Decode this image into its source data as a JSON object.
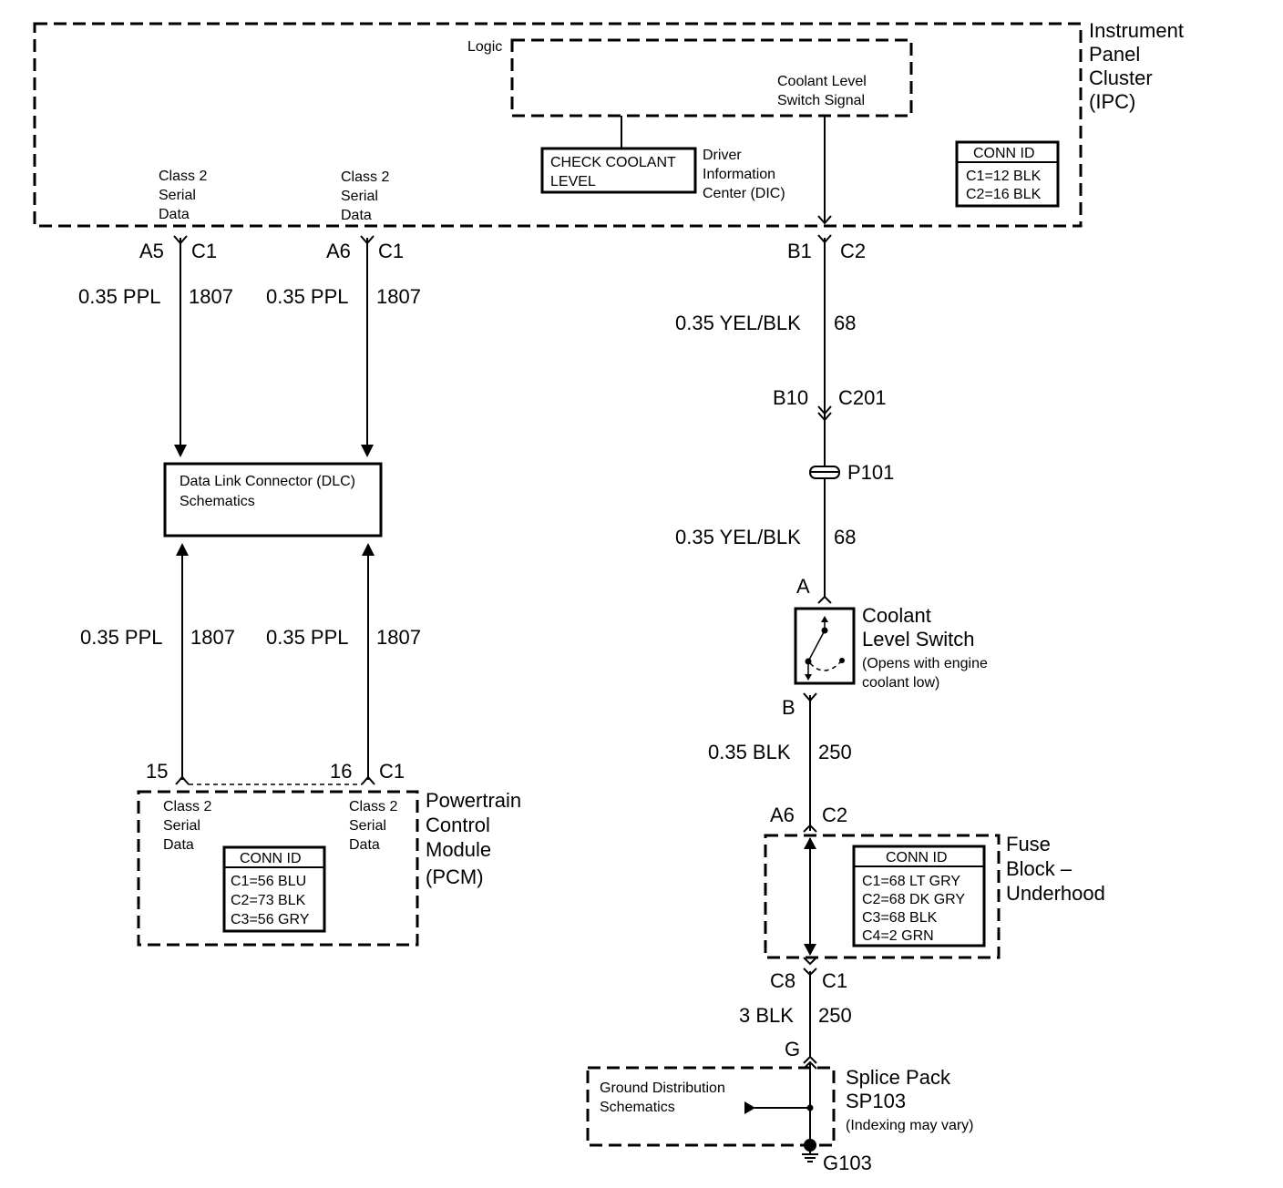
{
  "ipc": {
    "name_lines": [
      "Instrument",
      "Panel",
      "Cluster",
      "(IPC)"
    ],
    "logic_label": "Logic",
    "signal_lines": [
      "Coolant Level",
      "Switch Signal"
    ],
    "dic_message_lines": [
      "CHECK COOLANT",
      "LEVEL"
    ],
    "dic_label_lines": [
      "Driver",
      "Information",
      "Center (DIC)"
    ],
    "serial_data_lines": [
      "Class 2",
      "Serial",
      "Data"
    ],
    "conn_id": {
      "title": "CONN ID",
      "rows": [
        "C1=12 BLK",
        "C2=16 BLK"
      ]
    }
  },
  "left_wires": {
    "pin_a5": "A5",
    "pin_a6": "A6",
    "conn_c1": "C1",
    "wire_label": "0.35 PPL",
    "circuit": "1807"
  },
  "dlc": {
    "lines": [
      "Data Link Connector (DLC)",
      "Schematics"
    ]
  },
  "pcm": {
    "pin_15": "15",
    "pin_16": "16",
    "conn_c1": "C1",
    "name_lines": [
      "Powertrain",
      "Control",
      "Module",
      "(PCM)"
    ],
    "serial_data_lines": [
      "Class 2",
      "Serial",
      "Data"
    ],
    "conn_id": {
      "title": "CONN ID",
      "rows": [
        "C1=56 BLU",
        "C2=73 BLK",
        "C3=56 GRY"
      ]
    }
  },
  "right_circuit": {
    "pin_b1": "B1",
    "conn_c2": "C2",
    "wire_label": "0.35 YEL/BLK",
    "circuit": "68",
    "pin_b10": "B10",
    "conn_c201": "C201",
    "p101": "P101",
    "switch_pin_a": "A",
    "switch_pin_b": "B",
    "switch_name_lines": [
      "Coolant",
      "Level Switch"
    ],
    "switch_note_lines": [
      "(Opens with engine",
      "coolant low)"
    ],
    "ground_wire_label": "0.35 BLK",
    "ground_circuit": "250",
    "pin_a6": "A6",
    "conn_c2b": "C2"
  },
  "fuse_block": {
    "name_lines": [
      "Fuse",
      "Block –",
      "Underhood"
    ],
    "conn_id": {
      "title": "CONN ID",
      "rows": [
        "C1=68 LT GRY",
        "C2=68 DK GRY",
        "C3=68 BLK",
        "C4=2 GRN"
      ]
    },
    "pin_c8": "C8",
    "conn_c1": "C1",
    "wire_label": "3 BLK",
    "circuit": "250"
  },
  "splice": {
    "pin_g": "G",
    "name_lines": [
      "Splice Pack",
      "SP103"
    ],
    "note": "(Indexing may vary)",
    "ground_dist_lines": [
      "Ground Distribution",
      "Schematics"
    ],
    "ground": "G103"
  }
}
